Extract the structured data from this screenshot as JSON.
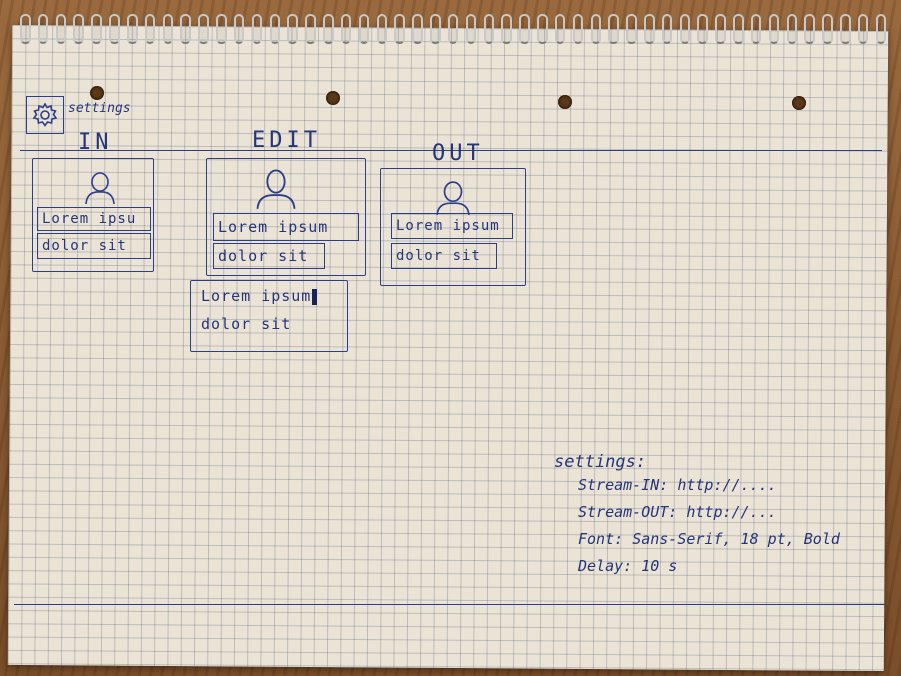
{
  "header": {
    "settings_caption": "settings",
    "icon": "gear-icon"
  },
  "panels": {
    "in": {
      "label": "IN",
      "line1": "Lorem ipsu",
      "line2": "dolor sit"
    },
    "edit": {
      "label": "EDIT",
      "line1": "Lorem ipsum",
      "line2": "dolor sit",
      "editor_line1": "Lorem ipsum",
      "editor_line2": "dolor sit"
    },
    "out": {
      "label": "OUT",
      "line1": "Lorem ipsum",
      "line2": "dolor sit"
    }
  },
  "settings": {
    "title": "settings:",
    "rows": [
      {
        "key": "Stream-IN:",
        "value": "http://...."
      },
      {
        "key": "Stream-OUT:",
        "value": "http://..."
      },
      {
        "key": "Font:",
        "value": "Sans-Serif, 18 pt, Bold"
      },
      {
        "key": "Delay:",
        "value": "10 s"
      }
    ]
  },
  "colors": {
    "ink": "#2b3f86",
    "paper": "#ebe4d6",
    "table": "#8a5a32"
  }
}
